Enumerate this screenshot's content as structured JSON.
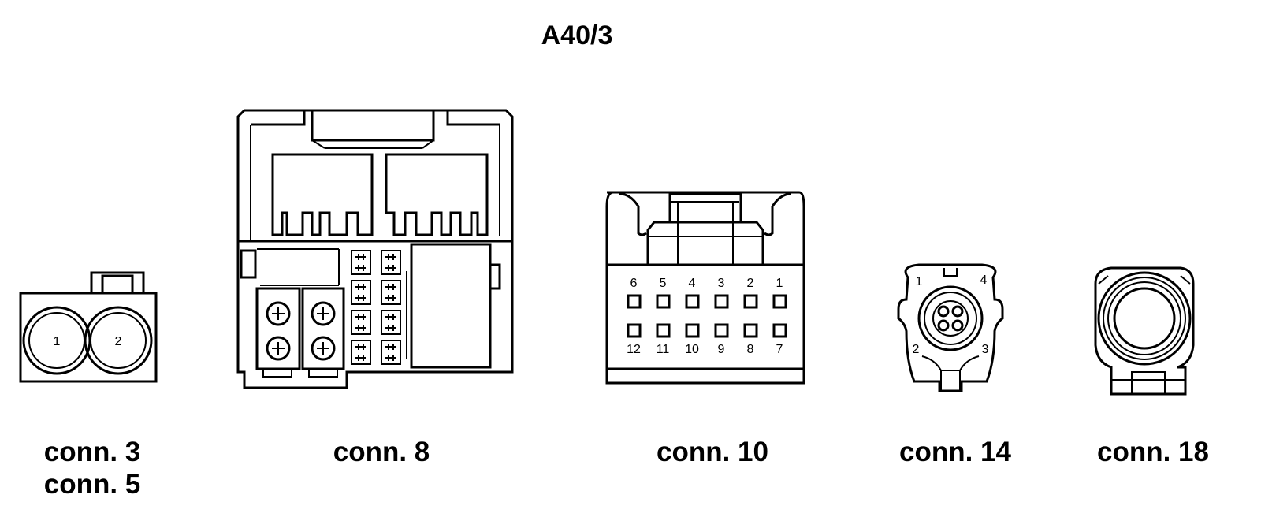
{
  "title": "A40/3",
  "captions": {
    "conn3": "conn. 3",
    "conn5": "conn. 5",
    "conn8": "conn. 8",
    "conn10": "conn. 10",
    "conn14": "conn. 14",
    "conn18": "conn. 18"
  },
  "conn3_pins": [
    "1",
    "2"
  ],
  "conn10_pins": {
    "top": [
      "6",
      "5",
      "4",
      "3",
      "2",
      "1"
    ],
    "bottom": [
      "12",
      "11",
      "10",
      "9",
      "8",
      "7"
    ]
  },
  "conn14_pins": [
    "1",
    "4",
    "2",
    "3"
  ]
}
